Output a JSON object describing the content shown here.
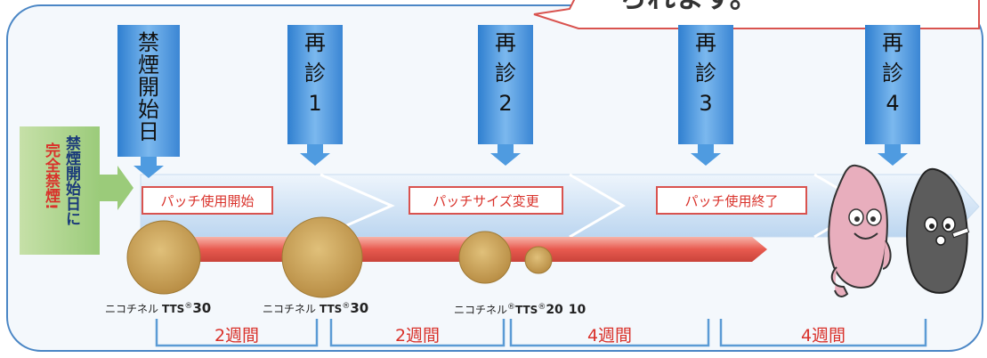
{
  "callout": {
    "text": "られます。"
  },
  "stop_label": {
    "col1": "禁煙開始日に",
    "col2": "完全禁煙!"
  },
  "visits": [
    {
      "chars": [
        "禁",
        "煙",
        "開",
        "始",
        "日"
      ]
    },
    {
      "chars": [
        "再",
        "診",
        "1"
      ]
    },
    {
      "chars": [
        "再",
        "診",
        "2"
      ]
    },
    {
      "chars": [
        "再",
        "診",
        "3"
      ]
    },
    {
      "chars": [
        "再",
        "診",
        "4"
      ]
    }
  ],
  "phases": [
    "パッチ使用開始",
    "パッチサイズ変更",
    "パッチ使用終了"
  ],
  "patches": [
    {
      "label_main": "ニコチネル",
      "label_tts": "TTS",
      "label_sup": "®",
      "size": "30"
    },
    {
      "label_main": "ニコチネル",
      "label_tts": "TTS",
      "label_sup": "®",
      "size": "30"
    },
    {
      "label_main": "ニコチネル",
      "label_tts": "TTS",
      "label_sup": "®",
      "size": "20",
      "size2": "10"
    }
  ],
  "durations": [
    "2週間",
    "2週間",
    "4週間",
    "4週間"
  ],
  "colors": {
    "frame_border": "#4a86c5",
    "frame_bg": "#f4f8fc",
    "visit_blue": "#4f9be0",
    "timeline_blue": "#cfe2f6",
    "red_bar": "#e85a4f",
    "green_arrow": "#a9d18e",
    "box_red": "#d9534f",
    "patch_gold": "#c9a35a",
    "bracket_blue": "#5b9bd5",
    "character_pink": "#e5a3b4",
    "character_grey": "#5a5a5a"
  }
}
